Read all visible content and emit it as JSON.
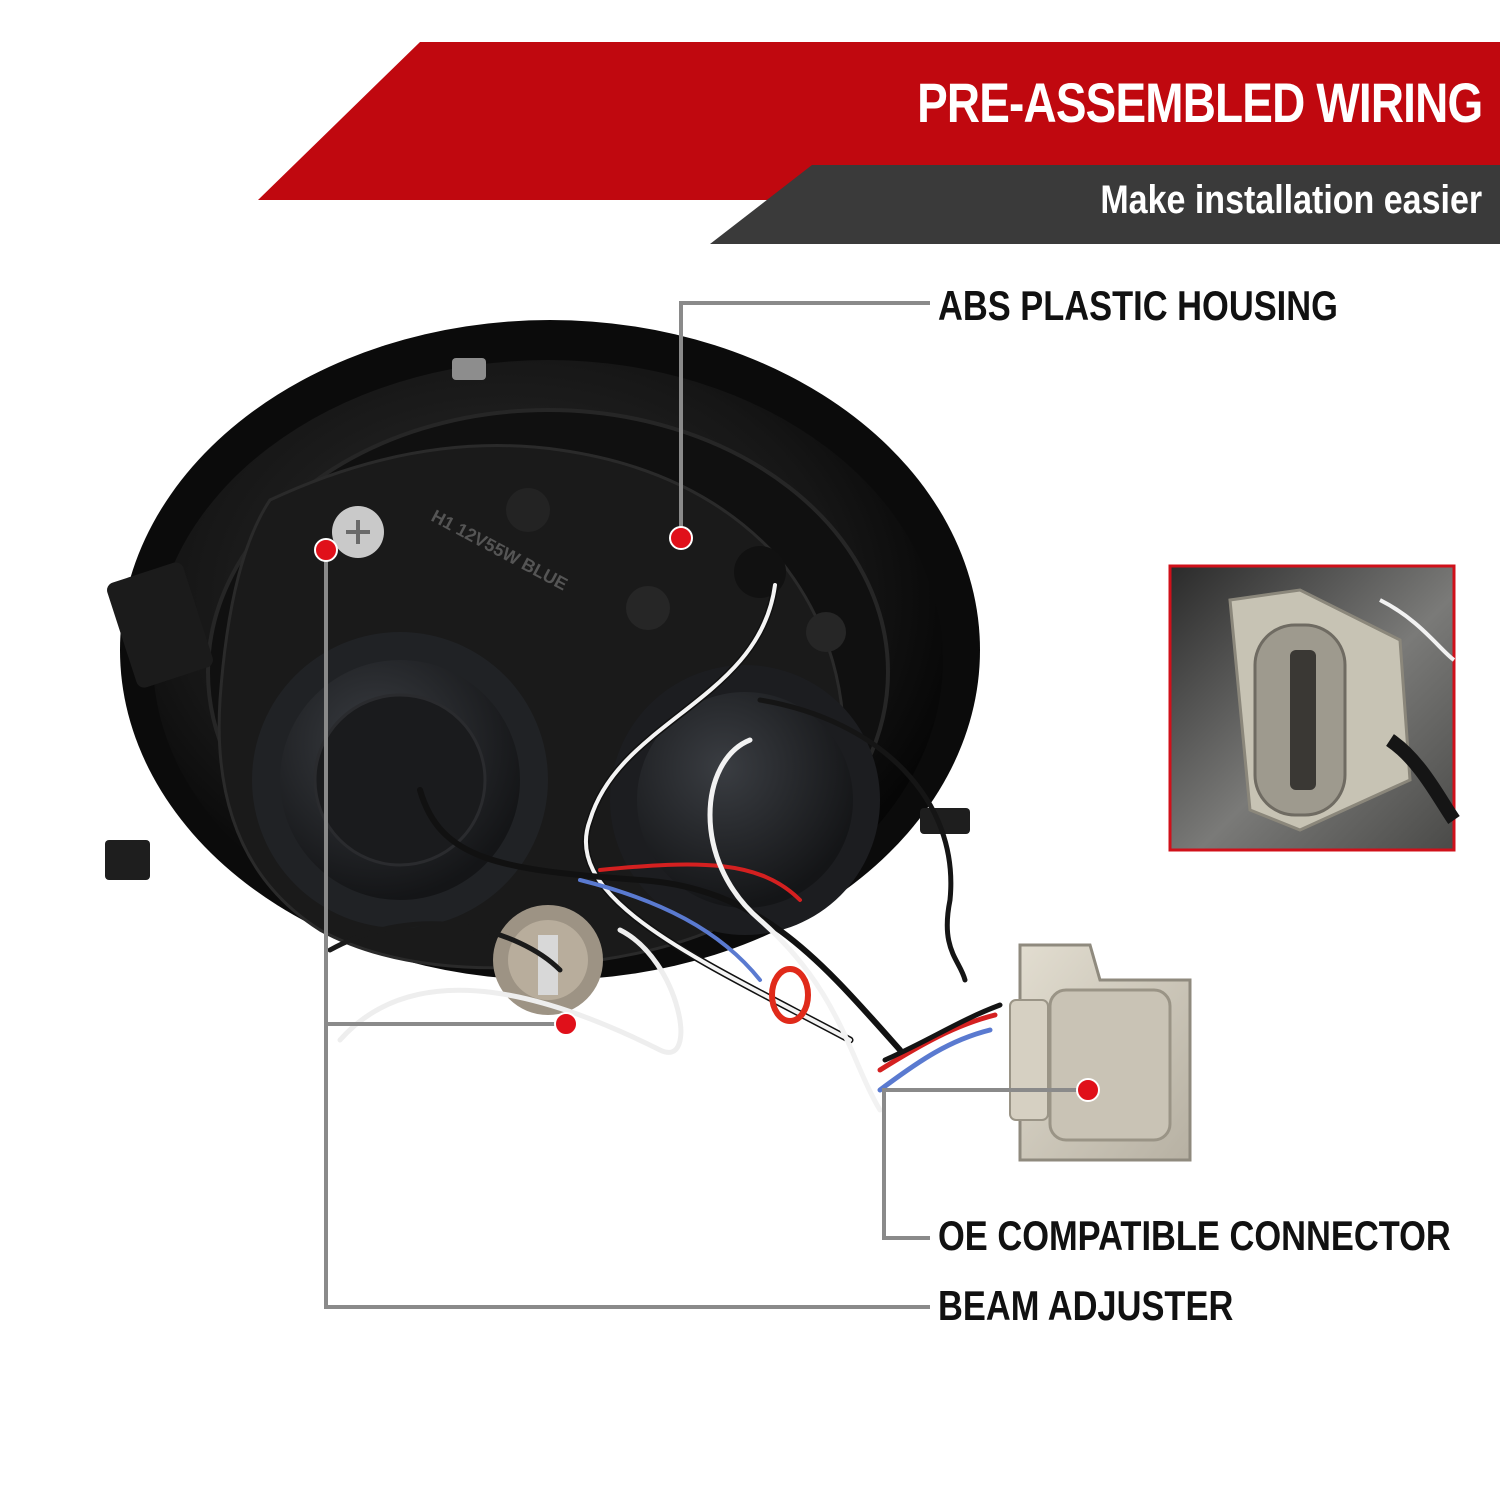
{
  "banner": {
    "headline": "PRE-ASSEMBLED WIRING",
    "subheadline": "Make installation easier",
    "colors": {
      "red": "#c0080f",
      "dark": "#3a3a3a"
    }
  },
  "callouts": {
    "housing": "ABS PLASTIC HOUSING",
    "connector": "OE COMPATIBLE CONNECTOR",
    "adjuster": "BEAM ADJUSTER"
  },
  "product": {
    "bulb_stamp": "H1 12V55W BLUE"
  },
  "colors": {
    "leader_line": "#8a8a8a",
    "marker": "#e0101a",
    "inset_border": "#d0101a"
  }
}
